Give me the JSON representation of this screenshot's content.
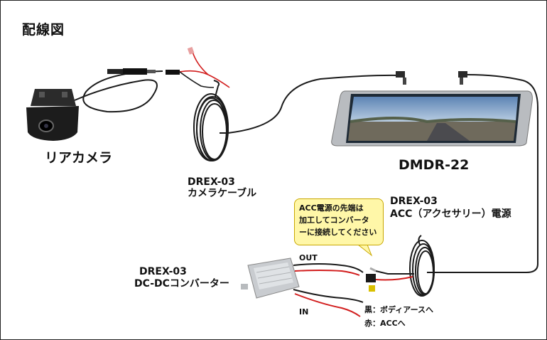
{
  "title": "配線図",
  "labels": {
    "rear_camera": "リアカメラ",
    "mirror_model": "DMDR-22",
    "camera_cable_model": "DREX-03",
    "camera_cable_name": "カメラケーブル",
    "acc_model": "DREX-03",
    "acc_name": "ACC（アクセサリー）電源",
    "converter_model": "DREX-03",
    "converter_name": "DC-DCコンバーター",
    "out": "OUT",
    "in": "IN",
    "black_wire": "黒：ボディアースへ",
    "red_wire": "赤：ACCへ"
  },
  "callout": {
    "line1": "ACC電源の先端は",
    "line2": "加工してコンバータ",
    "line3": "ーに接続してください"
  },
  "colors": {
    "wire_black": "#1a1a1a",
    "wire_red": "#d21e1e",
    "callout_bg": "#fff7a8",
    "callout_border": "#c9a800"
  }
}
